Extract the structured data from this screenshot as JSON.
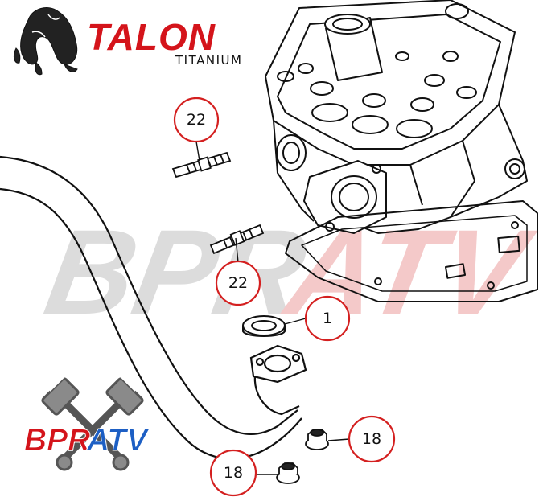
{
  "brand": {
    "title": "TALON",
    "subtitle": "TITANIUM",
    "title_color": "#d4141b"
  },
  "watermark": {
    "text_left": "BPR",
    "text_right": "ATV",
    "left_color": "#dcdcdc",
    "right_color": "#f4c9c9"
  },
  "callouts": [
    {
      "id": "stud-top",
      "label": "22"
    },
    {
      "id": "stud-bottom",
      "label": "22"
    },
    {
      "id": "gasket",
      "label": "1"
    },
    {
      "id": "nut-right",
      "label": "18"
    },
    {
      "id": "nut-left",
      "label": "18"
    }
  ],
  "logo": {
    "text_left": "BPR",
    "text_right": "ATV",
    "left_color": "#d4141b",
    "right_color": "#1d5fc4",
    "icon": "crossed-pistons-icon"
  },
  "colors": {
    "callout_ring": "#d42020",
    "line": "#111111"
  }
}
